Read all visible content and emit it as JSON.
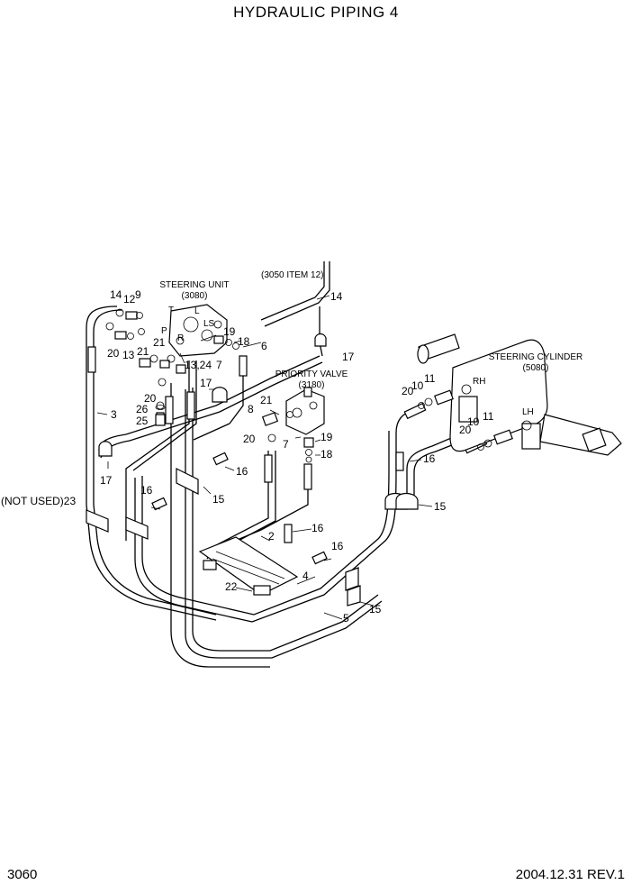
{
  "header": {
    "title": "HYDRAULIC PIPING 4"
  },
  "footer": {
    "page": "3060",
    "date_rev": "2004.12.31  REV.1"
  },
  "components": {
    "steering_unit": {
      "name": "STEERING UNIT",
      "code": "(3080)"
    },
    "priority_valve": {
      "name": "PRIORITY VALVE",
      "code": "(3180)"
    },
    "steering_cylinder": {
      "name": "STEERING CYLINDER",
      "code": "(5080)"
    },
    "ref_note": "(3050 ITEM 12)",
    "not_used": "(NOT USED)23"
  },
  "port_marks": {
    "t": "T",
    "p": "P",
    "l": "L",
    "ls": "LS",
    "r": "R",
    "rh": "RH",
    "lh": "LH"
  },
  "callouts": [
    "14",
    "12",
    "9",
    "20",
    "13",
    "21",
    "21",
    "13,24",
    "19",
    "18",
    "7",
    "6",
    "14",
    "17",
    "20",
    "26",
    "25",
    "3",
    "17",
    "17",
    "16",
    "15",
    "16",
    "(NOT USED)23",
    "8",
    "21",
    "20",
    "7",
    "19",
    "18",
    "2",
    "16",
    "16",
    "4",
    "22",
    "5",
    "15",
    "20",
    "10",
    "11",
    "16",
    "15",
    "20",
    "10",
    "11"
  ]
}
